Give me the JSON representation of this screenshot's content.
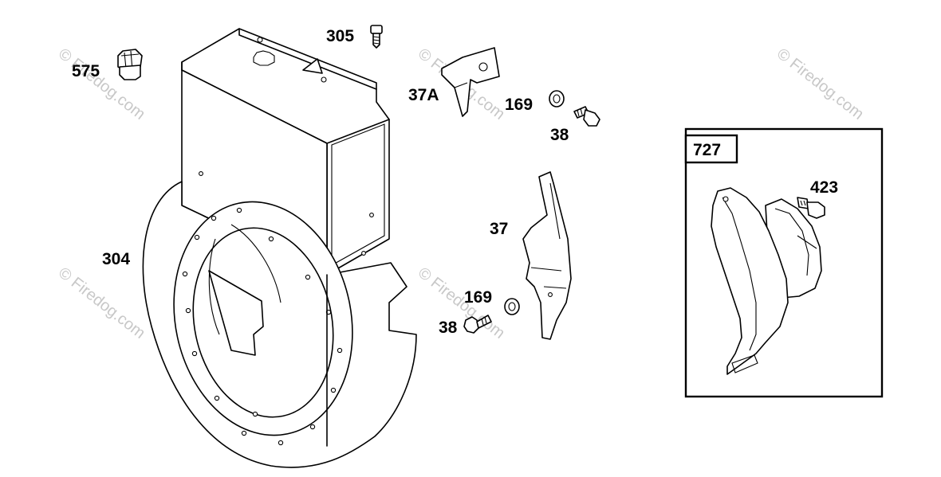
{
  "labels": {
    "p575": "575",
    "p305": "305",
    "p37a": "37A",
    "p169a": "169",
    "p38a": "38",
    "p304": "304",
    "p37": "37",
    "p169b": "169",
    "p38b": "38",
    "p727": "727",
    "p423": "423"
  },
  "watermark": {
    "text": "© Firedog.com"
  }
}
